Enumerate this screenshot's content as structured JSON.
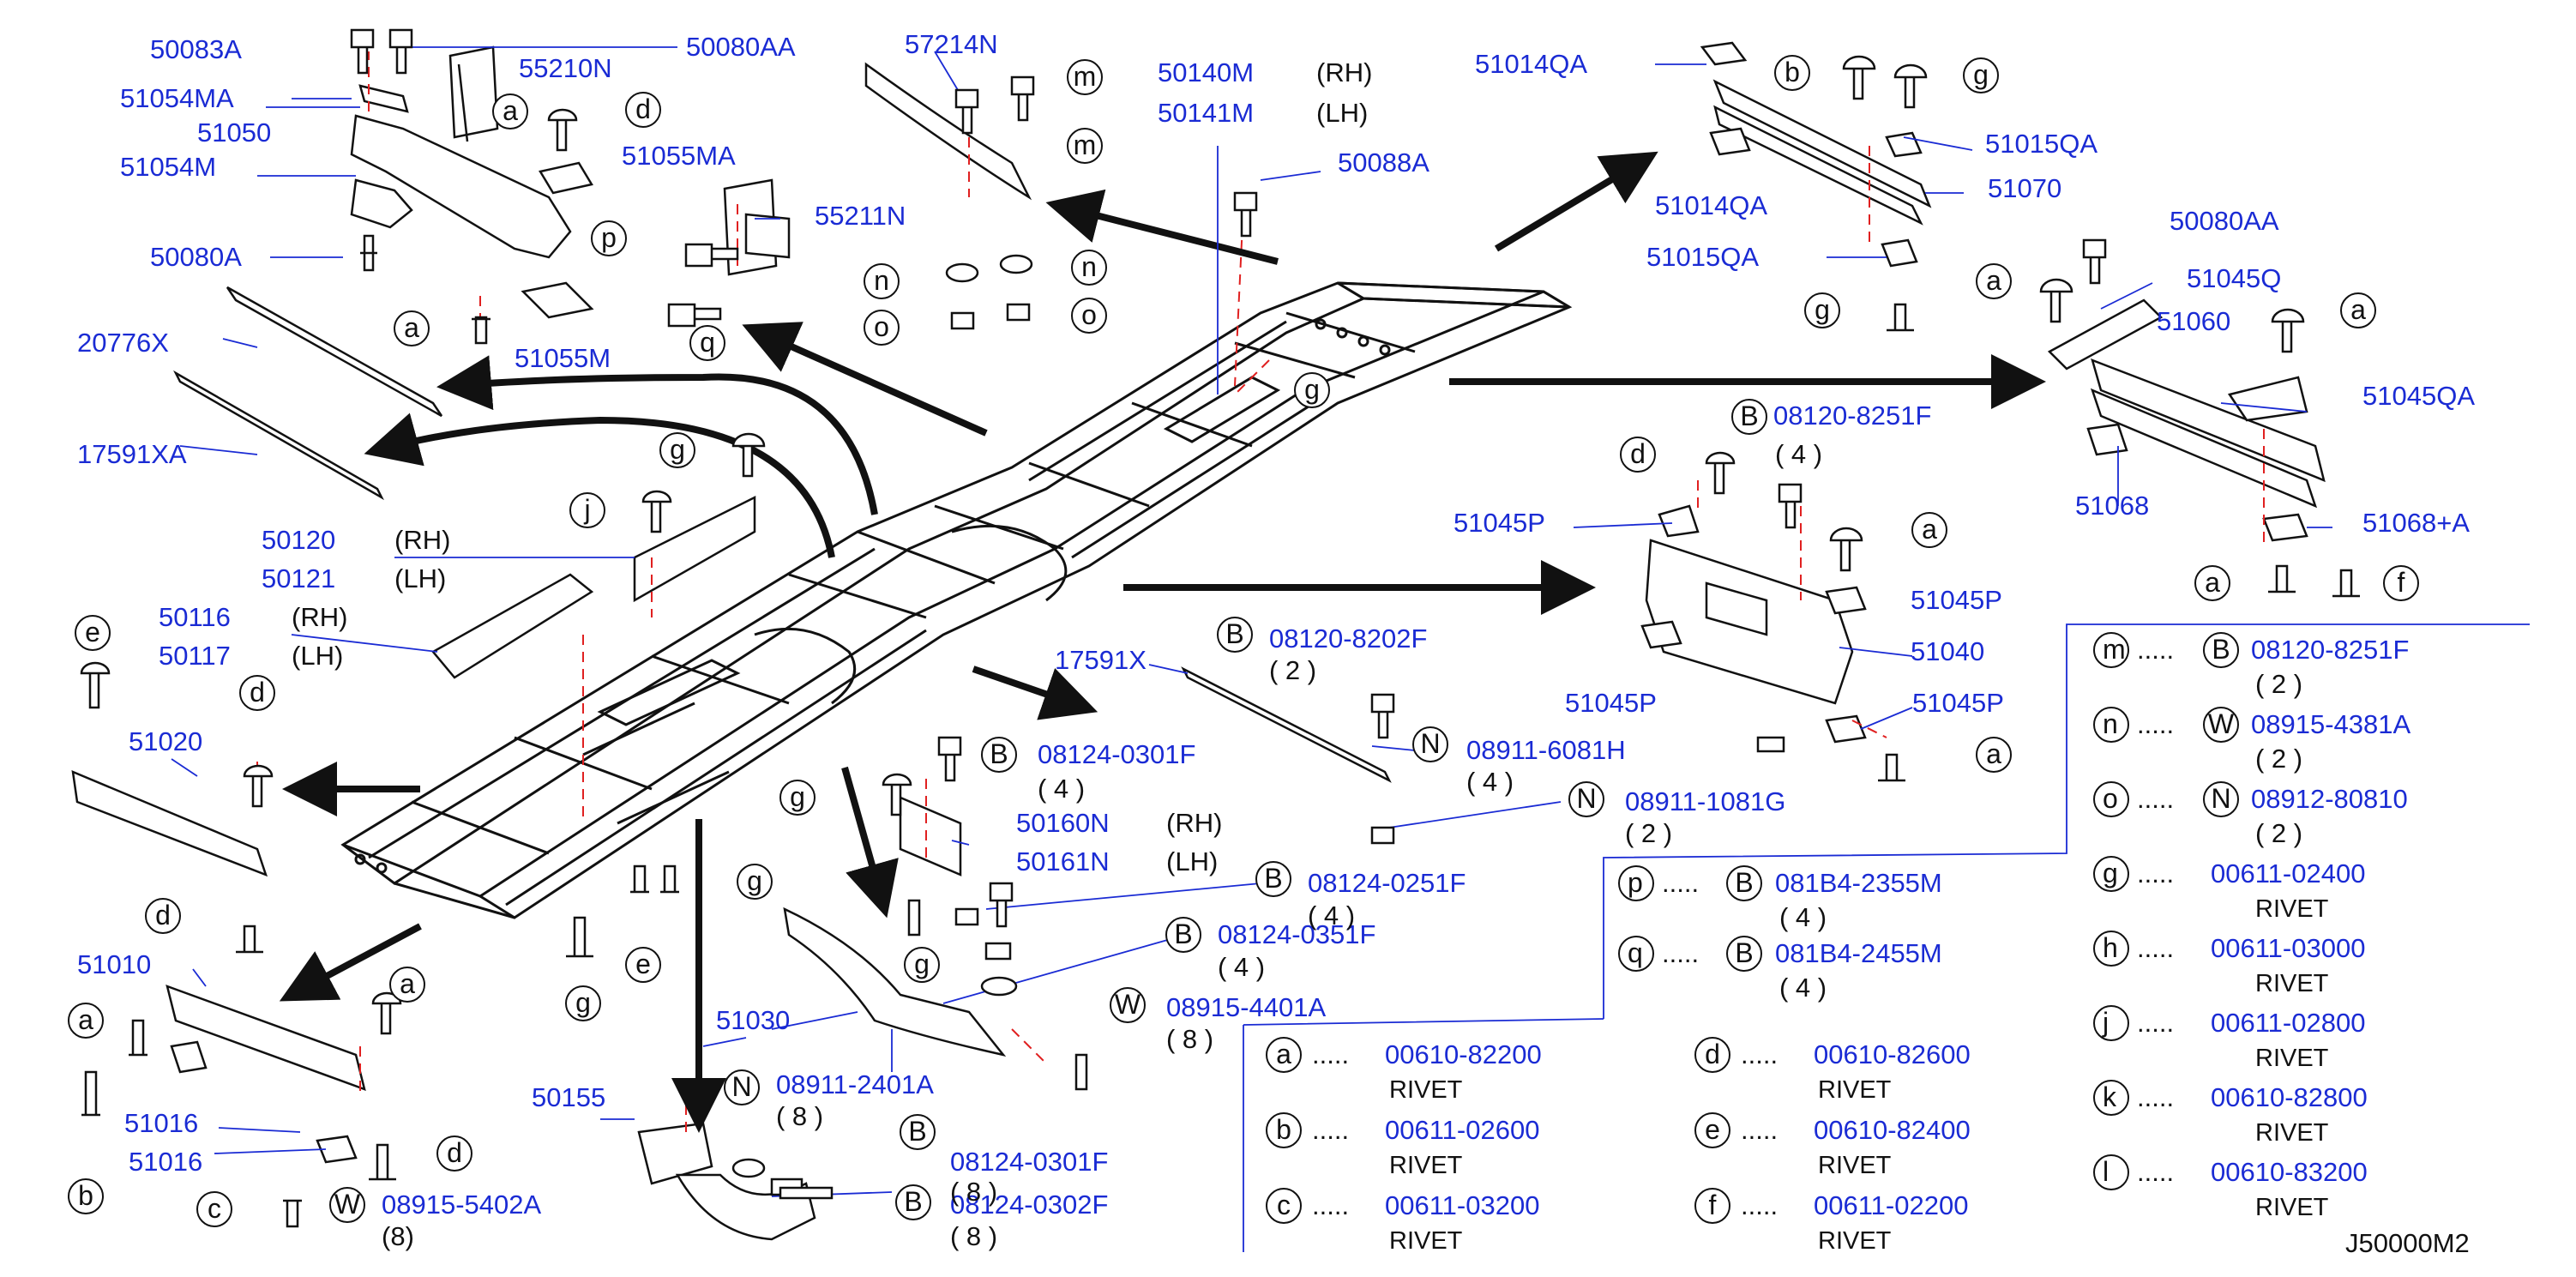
{
  "diagram_code": "J50000M2",
  "colors": {
    "part_number": "#1a2bd4",
    "line": "#111111",
    "callout": "#1a2bd4",
    "dashed": "#e02020"
  },
  "main_frame": {
    "name": "frame-assembly"
  },
  "callouts": [
    {
      "id": "c-50083A",
      "text": "50083A",
      "kind": "pn"
    },
    {
      "id": "c-50080AA-top",
      "text": "50080AA",
      "kind": "pn"
    },
    {
      "id": "c-55210N",
      "text": "55210N",
      "kind": "pn"
    },
    {
      "id": "c-51054MA",
      "text": "51054MA",
      "kind": "pn"
    },
    {
      "id": "c-51050",
      "text": "51050",
      "kind": "pn"
    },
    {
      "id": "c-51054M",
      "text": "51054M",
      "kind": "pn"
    },
    {
      "id": "c-51055MA",
      "text": "51055MA",
      "kind": "pn"
    },
    {
      "id": "c-55211N",
      "text": "55211N",
      "kind": "pn"
    },
    {
      "id": "c-50080A",
      "text": "50080A",
      "kind": "pn"
    },
    {
      "id": "c-51055M",
      "text": "51055M",
      "kind": "pn"
    },
    {
      "id": "c-20776X",
      "text": "20776X",
      "kind": "pn"
    },
    {
      "id": "c-17591XA",
      "text": "17591XA",
      "kind": "pn"
    },
    {
      "id": "c-57214N",
      "text": "57214N",
      "kind": "pn"
    },
    {
      "id": "c-50140M",
      "text": "50140M",
      "kind": "pn"
    },
    {
      "id": "c-50141M",
      "text": "50141M",
      "kind": "pn"
    },
    {
      "id": "c-50088A",
      "text": "50088A",
      "kind": "pn"
    },
    {
      "id": "c-51014QA-top",
      "text": "51014QA",
      "kind": "pn"
    },
    {
      "id": "c-51015QA-top",
      "text": "51015QA",
      "kind": "pn"
    },
    {
      "id": "c-51014QA-mid",
      "text": "51014QA",
      "kind": "pn"
    },
    {
      "id": "c-51070",
      "text": "51070",
      "kind": "pn"
    },
    {
      "id": "c-51015QA-mid",
      "text": "51015QA",
      "kind": "pn"
    },
    {
      "id": "c-50080AA-right",
      "text": "50080AA",
      "kind": "pn"
    },
    {
      "id": "c-51045Q",
      "text": "51045Q",
      "kind": "pn"
    },
    {
      "id": "c-51060",
      "text": "51060",
      "kind": "pn"
    },
    {
      "id": "c-51045QA",
      "text": "51045QA",
      "kind": "pn"
    },
    {
      "id": "c-51068",
      "text": "51068",
      "kind": "pn"
    },
    {
      "id": "c-51068A",
      "text": "51068+A",
      "kind": "pn"
    },
    {
      "id": "c-08120-8251F",
      "text": "08120-8251F",
      "kind": "pn"
    },
    {
      "id": "c-51045P-1",
      "text": "51045P",
      "kind": "pn"
    },
    {
      "id": "c-51045P-2",
      "text": "51045P",
      "kind": "pn"
    },
    {
      "id": "c-51040",
      "text": "51040",
      "kind": "pn"
    },
    {
      "id": "c-51045P-3",
      "text": "51045P",
      "kind": "pn"
    },
    {
      "id": "c-51045P-4",
      "text": "51045P",
      "kind": "pn"
    },
    {
      "id": "c-50120",
      "text": "50120",
      "kind": "pn"
    },
    {
      "id": "c-50121",
      "text": "50121",
      "kind": "pn"
    },
    {
      "id": "c-50116",
      "text": "50116",
      "kind": "pn"
    },
    {
      "id": "c-50117",
      "text": "50117",
      "kind": "pn"
    },
    {
      "id": "c-51020",
      "text": "51020",
      "kind": "pn"
    },
    {
      "id": "c-08120-8202F",
      "text": "08120-8202F",
      "kind": "pn"
    },
    {
      "id": "c-17591X",
      "text": "17591X",
      "kind": "pn"
    },
    {
      "id": "c-08911-6081H",
      "text": "08911-6081H",
      "kind": "pn"
    },
    {
      "id": "c-08911-1081G",
      "text": "08911-1081G",
      "kind": "pn"
    },
    {
      "id": "c-08124-0301F-a",
      "text": "08124-0301F",
      "kind": "pn"
    },
    {
      "id": "c-50160N",
      "text": "50160N",
      "kind": "pn"
    },
    {
      "id": "c-50161N",
      "text": "50161N",
      "kind": "pn"
    },
    {
      "id": "c-08124-0251F",
      "text": "08124-0251F",
      "kind": "pn"
    },
    {
      "id": "c-08124-0351F",
      "text": "08124-0351F",
      "kind": "pn"
    },
    {
      "id": "c-08915-4401A",
      "text": "08915-4401A",
      "kind": "pn"
    },
    {
      "id": "c-51030",
      "text": "51030",
      "kind": "pn"
    },
    {
      "id": "c-51010",
      "text": "51010",
      "kind": "pn"
    },
    {
      "id": "c-51016-1",
      "text": "51016",
      "kind": "pn"
    },
    {
      "id": "c-51016-2",
      "text": "51016",
      "kind": "pn"
    },
    {
      "id": "c-08915-5402A",
      "text": "08915-5402A",
      "kind": "pn"
    },
    {
      "id": "c-50155",
      "text": "50155",
      "kind": "pn"
    },
    {
      "id": "c-08911-2401A",
      "text": "08911-2401A",
      "kind": "pn"
    },
    {
      "id": "c-08124-0301F-b",
      "text": "08124-0301F",
      "kind": "pn"
    },
    {
      "id": "c-08124-0302F",
      "text": "08124-0302F",
      "kind": "pn"
    }
  ],
  "side_labels": {
    "rh": "(RH)",
    "lh": "(LH)",
    "q4": "( 4 )",
    "q2": "( 2 )",
    "q8": "( 8 )",
    "q8b": "(8)"
  },
  "letters": [
    "a",
    "b",
    "c",
    "d",
    "e",
    "f",
    "g",
    "j",
    "m",
    "n",
    "o",
    "p",
    "q",
    "B",
    "N",
    "W"
  ],
  "legend_right": [
    {
      "ref": "m",
      "prefix": "B",
      "pn": "08120-8251F",
      "qty": "( 2 )"
    },
    {
      "ref": "n",
      "prefix": "W",
      "pn": "08915-4381A",
      "qty": "( 2 )"
    },
    {
      "ref": "o",
      "prefix": "N",
      "pn": "08912-80810",
      "qty": "( 2 )"
    },
    {
      "ref": "g",
      "prefix": "",
      "pn": "00611-02400",
      "qty": "RIVET"
    },
    {
      "ref": "h",
      "prefix": "",
      "pn": "00611-03000",
      "qty": "RIVET"
    },
    {
      "ref": "j",
      "prefix": "",
      "pn": "00611-02800",
      "qty": "RIVET"
    },
    {
      "ref": "k",
      "prefix": "",
      "pn": "00610-82800",
      "qty": "RIVET"
    },
    {
      "ref": "l",
      "prefix": "",
      "pn": "00610-83200",
      "qty": "RIVET"
    }
  ],
  "legend_mid": [
    {
      "ref": "p",
      "prefix": "B",
      "pn": "081B4-2355M",
      "qty": "( 4 )"
    },
    {
      "ref": "q",
      "prefix": "B",
      "pn": "081B4-2455M",
      "qty": "( 4 )"
    }
  ],
  "legend_bottom": [
    {
      "ref": "a",
      "pn": "00610-82200",
      "qty": "RIVET"
    },
    {
      "ref": "b",
      "pn": "00611-02600",
      "qty": "RIVET"
    },
    {
      "ref": "c",
      "pn": "00611-03200",
      "qty": "RIVET"
    },
    {
      "ref": "d",
      "pn": "00610-82600",
      "qty": "RIVET"
    },
    {
      "ref": "e",
      "pn": "00610-82400",
      "qty": "RIVET"
    },
    {
      "ref": "f",
      "pn": "00611-02200",
      "qty": "RIVET"
    }
  ],
  "dots": "....."
}
